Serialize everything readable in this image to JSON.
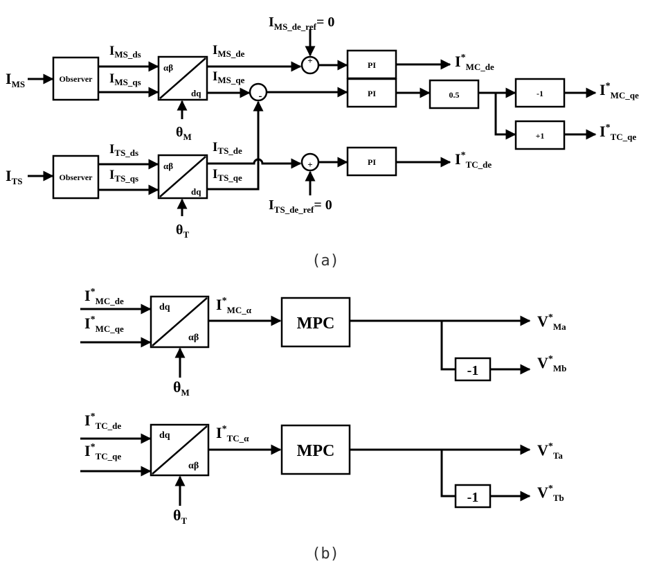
{
  "captions": {
    "a": "(a)",
    "b": "(b)"
  },
  "blocks": {
    "observer": "Observer",
    "pi": "PI",
    "gain_half": "0.5",
    "gain_neg1": "-1",
    "gain_pos1": "+1",
    "mpc": "MPC",
    "ab": "αβ",
    "dq": "dq"
  },
  "sum_signs": {
    "plus": "+",
    "minus": "-"
  },
  "signals": {
    "I": "I",
    "V": "V",
    "theta": "θ",
    "star": "*",
    "eq_zero": "= 0",
    "MS": "MS",
    "TS": "TS",
    "MS_ds": "MS_ds",
    "MS_qs": "MS_qs",
    "MS_de": "MS_de",
    "MS_qe": "MS_qe",
    "TS_ds": "TS_ds",
    "TS_qs": "TS_qs",
    "TS_de": "TS_de",
    "TS_qe": "TS_qe",
    "MS_de_ref": "MS_de_ref",
    "TS_de_ref": "TS_de_ref",
    "MC_de": "MC_de",
    "MC_qe": "MC_qe",
    "TC_de": "TC_de",
    "TC_qe": "TC_qe",
    "MC_alpha": "MC_α",
    "TC_alpha": "TC_α",
    "M": "M",
    "T": "T",
    "Ma": "Ma",
    "Mb": "Mb",
    "Ta": "Ta",
    "Tb": "Tb"
  }
}
